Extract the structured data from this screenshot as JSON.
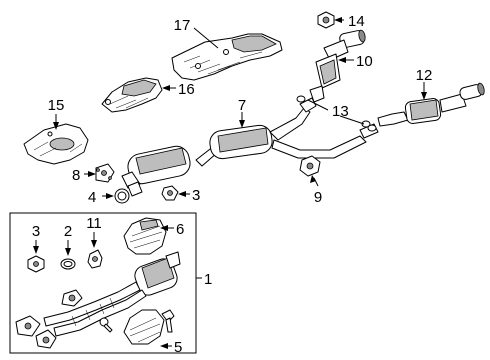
{
  "callouts": [
    {
      "id": "c1",
      "label": "1"
    },
    {
      "id": "c2",
      "label": "2"
    },
    {
      "id": "c3a",
      "label": "3"
    },
    {
      "id": "c3b",
      "label": "3"
    },
    {
      "id": "c4",
      "label": "4"
    },
    {
      "id": "c5",
      "label": "5"
    },
    {
      "id": "c6",
      "label": "6"
    },
    {
      "id": "c7",
      "label": "7"
    },
    {
      "id": "c8",
      "label": "8"
    },
    {
      "id": "c9",
      "label": "9"
    },
    {
      "id": "c10",
      "label": "10"
    },
    {
      "id": "c11",
      "label": "11"
    },
    {
      "id": "c12",
      "label": "12"
    },
    {
      "id": "c13",
      "label": "13"
    },
    {
      "id": "c14",
      "label": "14"
    },
    {
      "id": "c15",
      "label": "15"
    },
    {
      "id": "c16",
      "label": "16"
    },
    {
      "id": "c17",
      "label": "17"
    }
  ]
}
